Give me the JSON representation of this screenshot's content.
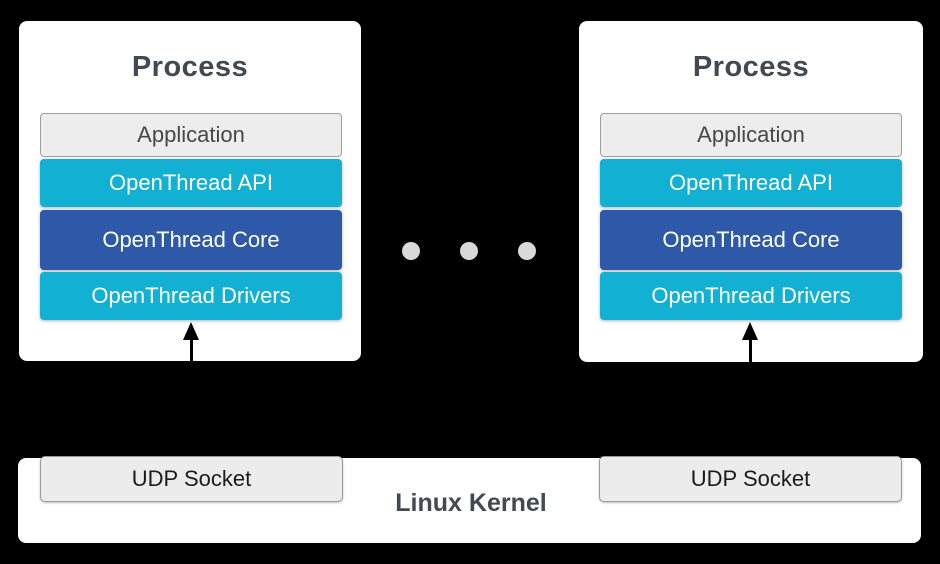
{
  "processes": [
    {
      "title": "Process",
      "layers": [
        {
          "label": "Application"
        },
        {
          "label": "OpenThread API"
        },
        {
          "label": "OpenThread Core"
        },
        {
          "label": "OpenThread Drivers"
        }
      ],
      "socket_label": "UDP Socket"
    },
    {
      "title": "Process",
      "layers": [
        {
          "label": "Application"
        },
        {
          "label": "OpenThread API"
        },
        {
          "label": "OpenThread Core"
        },
        {
          "label": "OpenThread Drivers"
        }
      ],
      "socket_label": "UDP Socket"
    }
  ],
  "kernel": {
    "label": "Linux Kernel"
  },
  "ellipsis": {
    "dot_count": 3
  },
  "colors": {
    "background": "#000000",
    "panel": "#FFFFFF",
    "layer_cyan": "#12B1D4",
    "layer_core_blue": "#2E59A8",
    "gray_box_fill": "#EDEDED",
    "gray_box_border": "#9E9E9E",
    "title_text": "#414A52",
    "layer_text": "#FFFFFF",
    "socket_text": "#1C1C1C",
    "dot": "#D9D9D9",
    "arrow": "#000000"
  }
}
